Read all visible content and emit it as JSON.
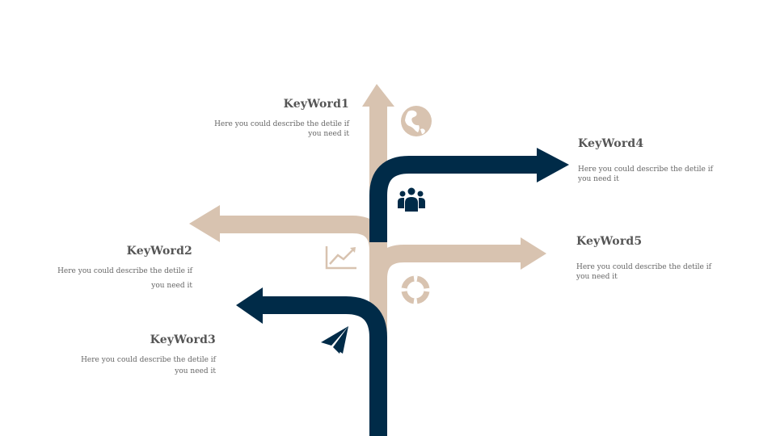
{
  "colors": {
    "navy": "#002B48",
    "tan": "#D8C3B0",
    "text": "#555555"
  },
  "items": [
    {
      "title": "KeyWord1",
      "desc_line1": "Here you could describe the detile if",
      "desc_line2": "you need it",
      "icon": "globe-icon"
    },
    {
      "title": "KeyWord2",
      "desc_line1": "Here you could describe the detile if",
      "desc_line2": "you need it",
      "icon": "chart-icon"
    },
    {
      "title": "KeyWord3",
      "desc_line1": "Here you could describe the detile if",
      "desc_line2": "you need it",
      "icon": "paper-plane-icon"
    },
    {
      "title": "KeyWord4",
      "desc_line1": "Here you could describe the detile if",
      "desc_line2": "you need it",
      "icon": "team-icon"
    },
    {
      "title": "KeyWord5",
      "desc_line1": "Here you could describe the detile if",
      "desc_line2": "you need it",
      "icon": "lifebuoy-icon"
    }
  ]
}
